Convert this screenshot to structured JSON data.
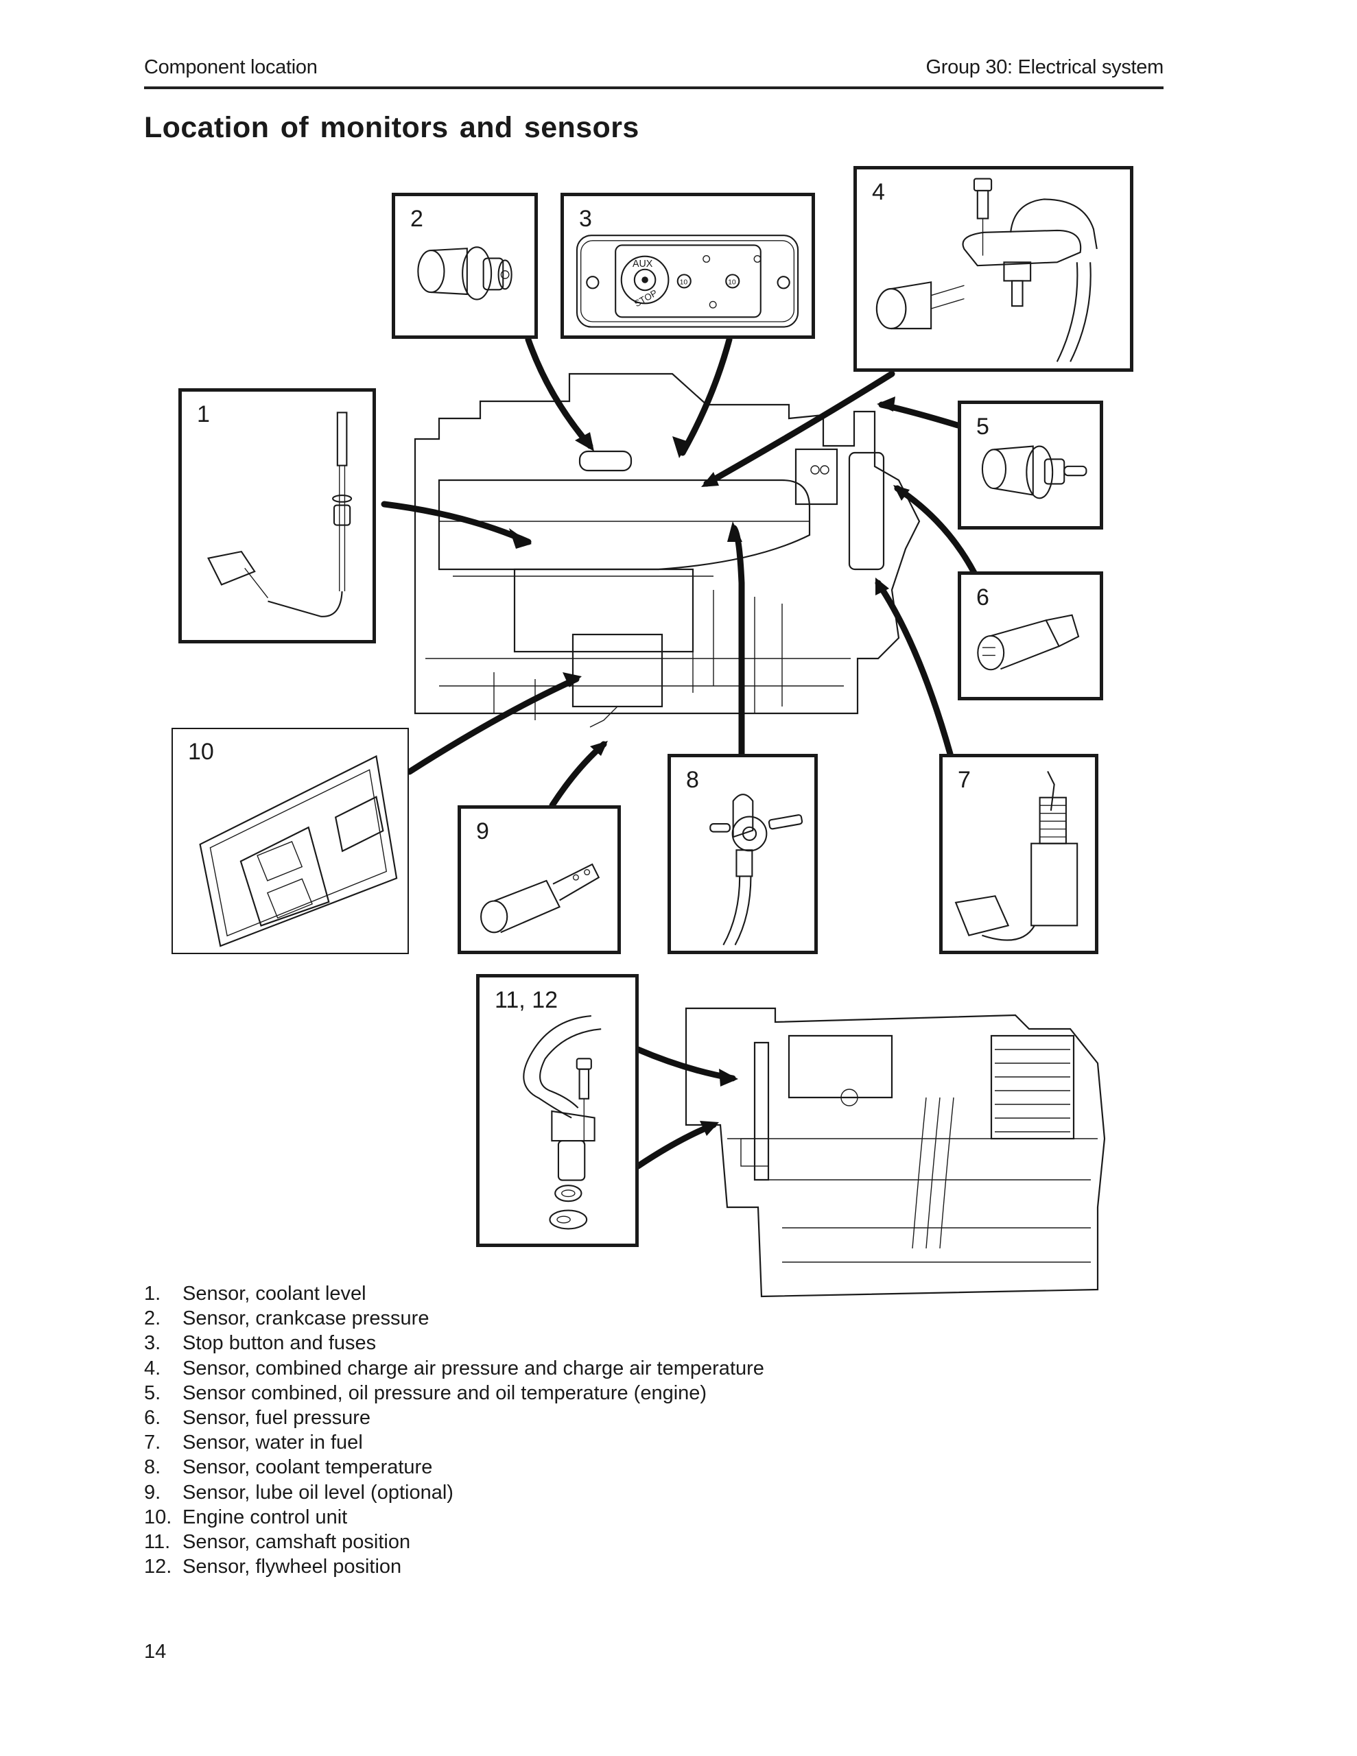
{
  "header": {
    "section": "Component location",
    "group": "Group 30: Electrical system"
  },
  "title": "Location of monitors and sensors",
  "figure": {
    "callouts": [
      {
        "id": "1",
        "label": "1"
      },
      {
        "id": "2",
        "label": "2"
      },
      {
        "id": "3",
        "label": "3",
        "panel_text": {
          "aux": "AUX",
          "stop": "STOP",
          "fuse_a": "10",
          "fuse_b": "10"
        }
      },
      {
        "id": "4",
        "label": "4"
      },
      {
        "id": "5",
        "label": "5"
      },
      {
        "id": "6",
        "label": "6"
      },
      {
        "id": "7",
        "label": "7"
      },
      {
        "id": "8",
        "label": "8"
      },
      {
        "id": "9",
        "label": "9"
      },
      {
        "id": "10",
        "label": "10"
      },
      {
        "id": "11-12",
        "label": "11, 12"
      }
    ]
  },
  "legend": [
    {
      "num": "1.",
      "text": "Sensor, coolant level"
    },
    {
      "num": "2.",
      "text": "Sensor, crankcase pressure"
    },
    {
      "num": "3.",
      "text": "Stop button and fuses"
    },
    {
      "num": "4.",
      "text": "Sensor, combined charge air pressure and charge air temperature"
    },
    {
      "num": "5.",
      "text": "Sensor combined, oil pressure and oil temperature (engine)"
    },
    {
      "num": "6.",
      "text": "Sensor, fuel pressure"
    },
    {
      "num": "7.",
      "text": "Sensor, water in fuel"
    },
    {
      "num": "8.",
      "text": "Sensor, coolant temperature"
    },
    {
      "num": "9.",
      "text": "Sensor, lube oil level (optional)"
    },
    {
      "num": "10.",
      "text": "Engine control unit"
    },
    {
      "num": "11.",
      "text": "Sensor, camshaft position"
    },
    {
      "num": "12.",
      "text": "Sensor, flywheel position"
    }
  ],
  "page_number": "14"
}
